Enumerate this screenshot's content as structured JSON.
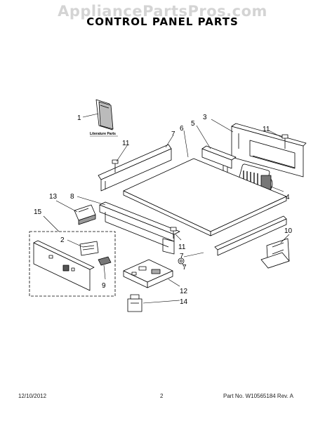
{
  "watermark": "AppliancePartsPros.com",
  "title": "CONTROL PANEL PARTS",
  "literature_label": "Literature Parts",
  "callouts": {
    "c1": "1",
    "c2": "2",
    "c3": "3",
    "c4": "4",
    "c5": "5",
    "c6": "6",
    "c7a": "7",
    "c7b": "7",
    "c7c": "7",
    "c8": "8",
    "c9": "9",
    "c10": "10",
    "c11a": "11",
    "c11b": "11",
    "c11c": "11",
    "c12": "12",
    "c13": "13",
    "c14": "14",
    "c15": "15"
  },
  "footer": {
    "date": "12/10/2012",
    "page": "2",
    "part": "Part No. W10565184  Rev. A"
  }
}
